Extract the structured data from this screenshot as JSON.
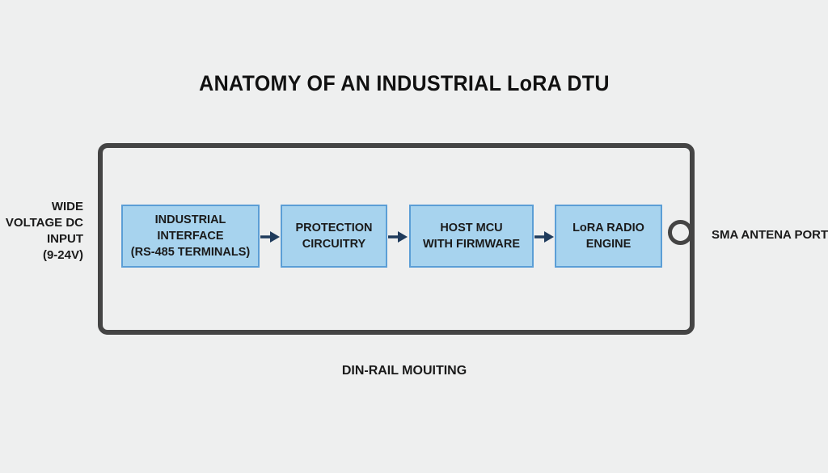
{
  "title": "ANATOMY OF AN INDUSTRIAL LoRA DTU",
  "input_label": [
    "WIDE",
    "VOLTAGE DC",
    "INPUT",
    "(9-24V)"
  ],
  "blocks": [
    {
      "lines": [
        "INDUSTRIAL INTERFACE",
        "(RS-485 TERMINALS)"
      ]
    },
    {
      "lines": [
        "PROTECTION",
        "CIRCUITRY"
      ]
    },
    {
      "lines": [
        "HOST MCU",
        "WITH FIRMWARE"
      ]
    },
    {
      "lines": [
        "LoRA RADIO",
        "ENGINE"
      ]
    }
  ],
  "port_label": "SMA ANTENA PORT",
  "footer_label": "DIN-RAIL MOUITING",
  "colors": {
    "block_fill": "#a7d3ee",
    "block_border": "#5b9ed6",
    "arrow": "#1f3b5c",
    "enclosure": "#444444"
  }
}
